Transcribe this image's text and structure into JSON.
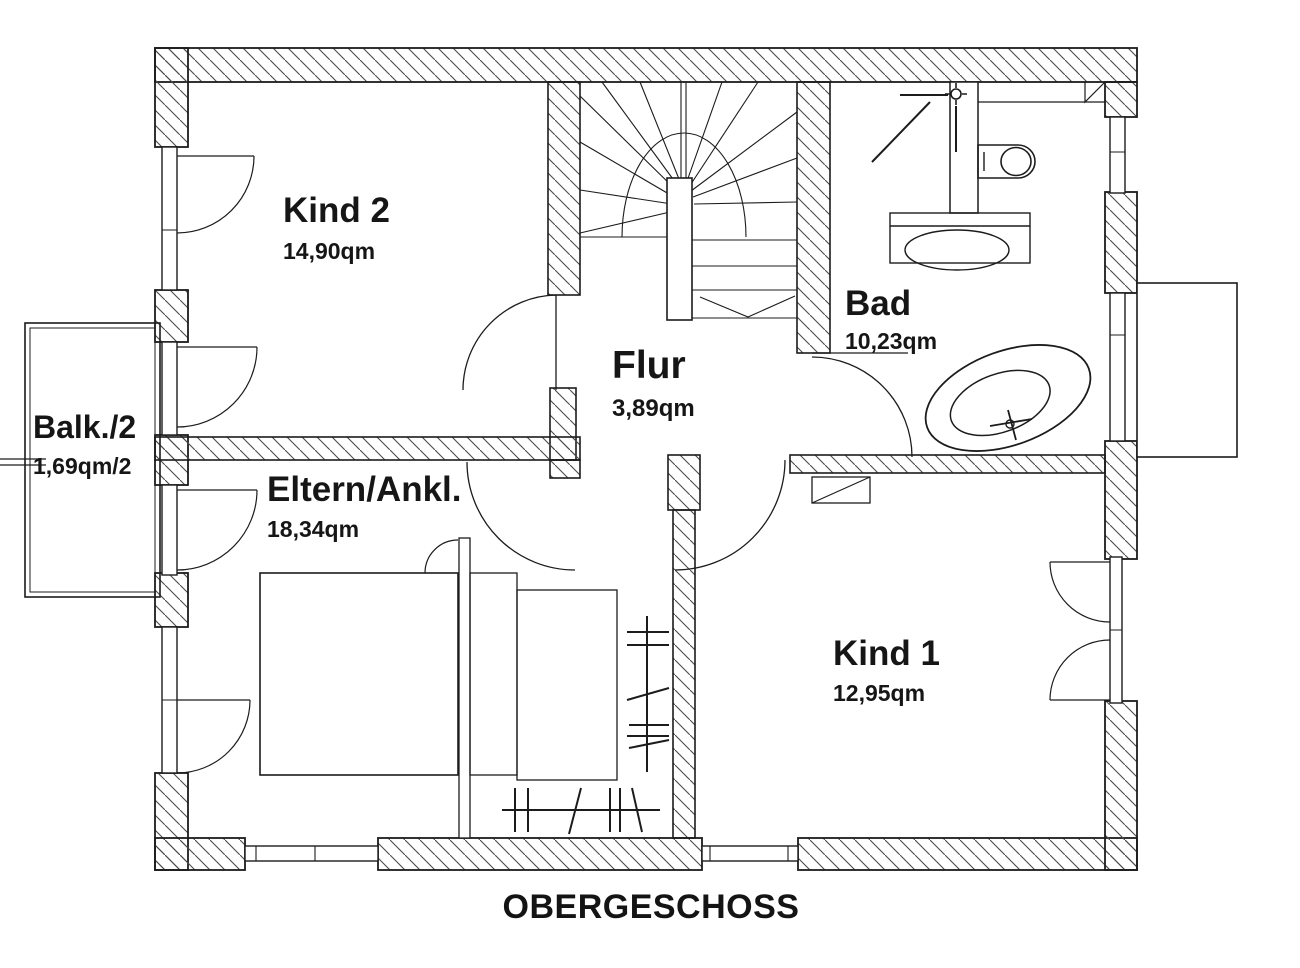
{
  "title": "OBERGESCHOSS",
  "rooms": {
    "kind2": {
      "name": "Kind 2",
      "area": "14,90qm"
    },
    "bad": {
      "name": "Bad",
      "area": "10,23qm"
    },
    "flur": {
      "name": "Flur",
      "area": "3,89qm"
    },
    "balkon": {
      "name": "Balk./2",
      "area": "1,69qm/2"
    },
    "eltern": {
      "name": "Eltern/Ankl.",
      "area": "18,34qm"
    },
    "kind1": {
      "name": "Kind 1",
      "area": "12,95qm"
    }
  },
  "colors": {
    "line": "#1c1c1c",
    "hatch": "#4a4a4a",
    "background": "#ffffff"
  }
}
